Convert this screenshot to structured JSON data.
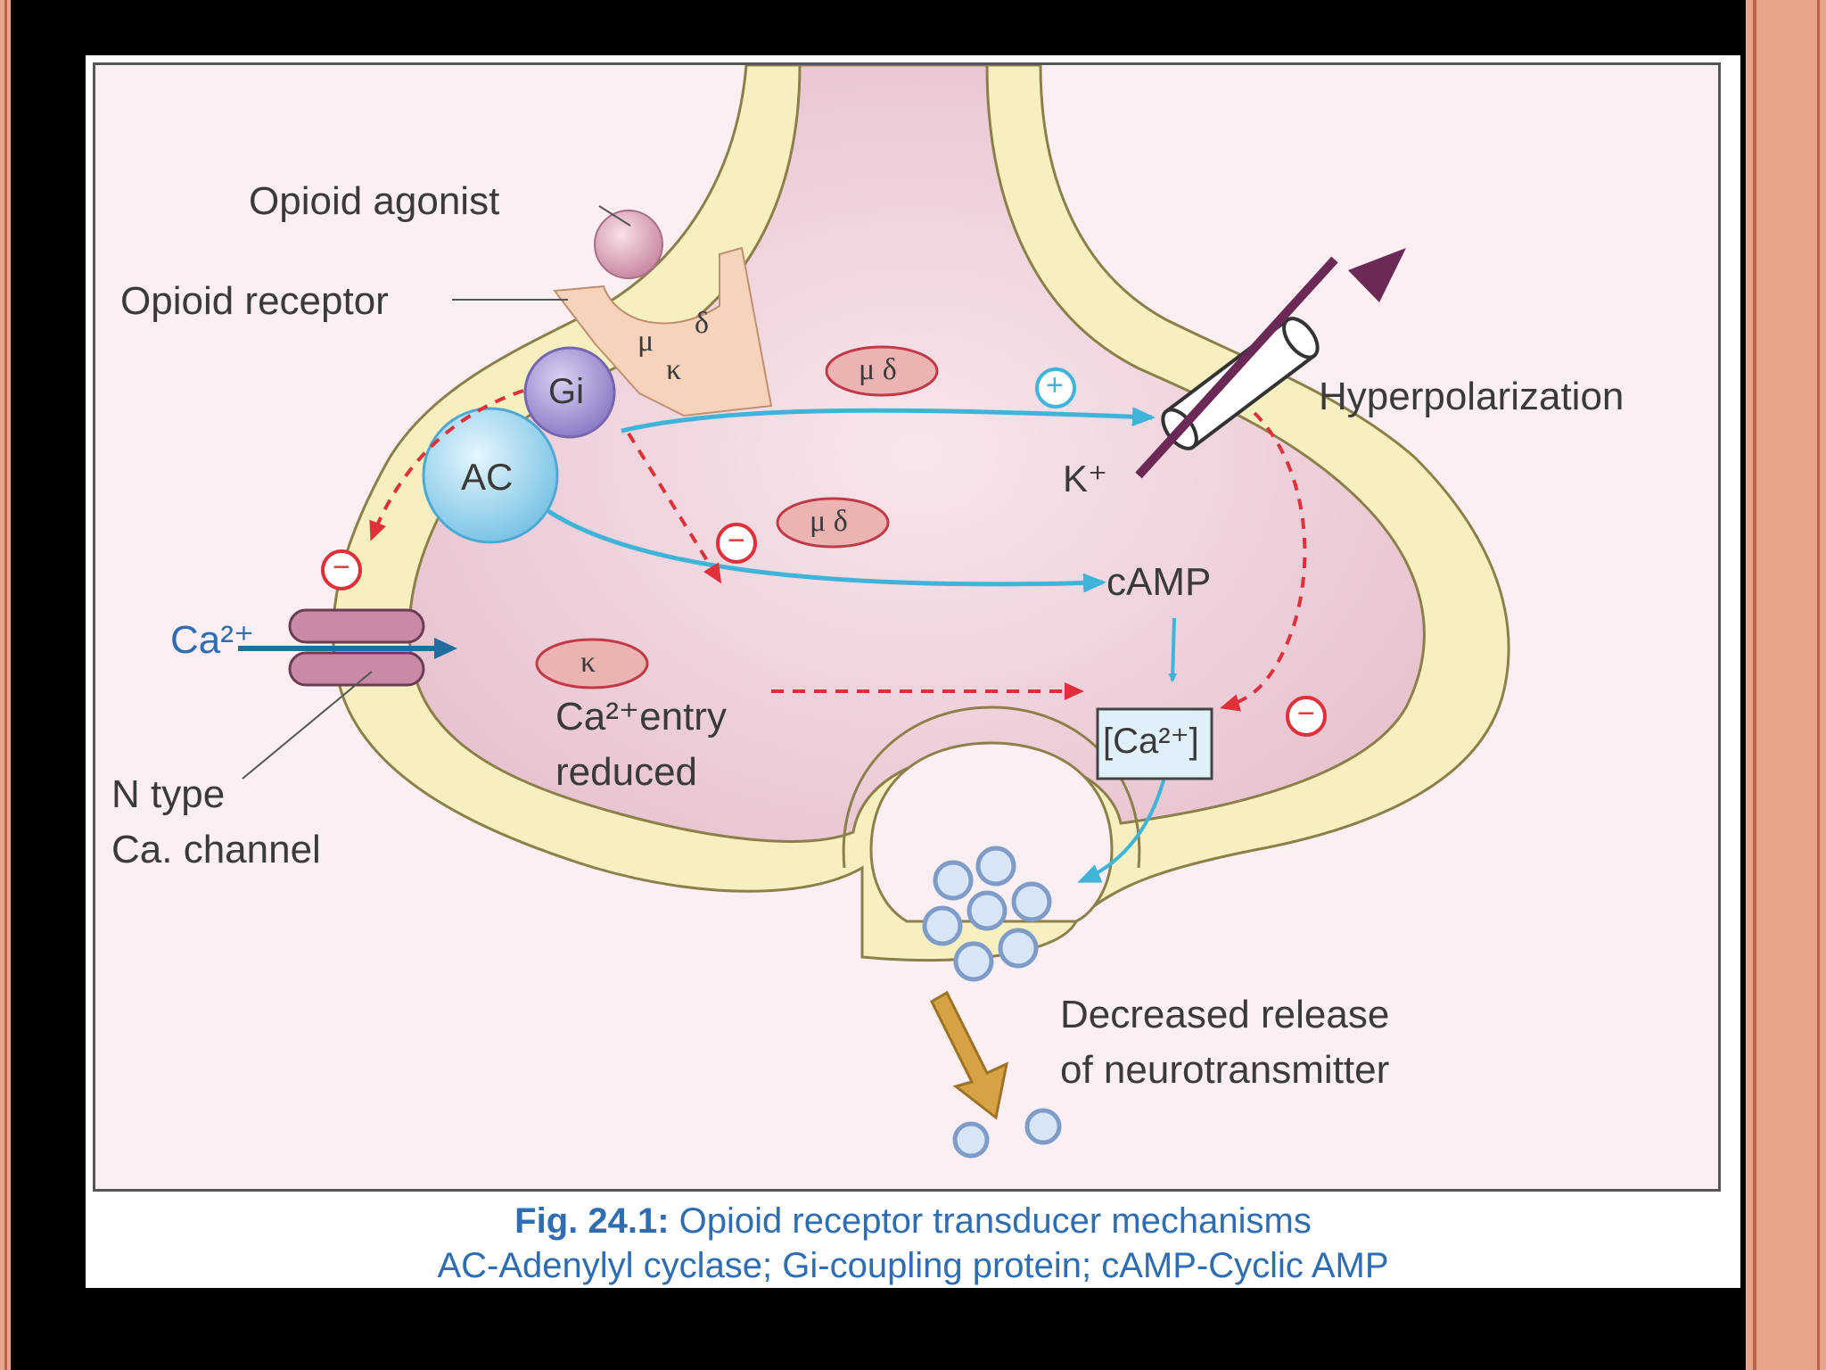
{
  "labels": {
    "opioid_agonist": "Opioid agonist",
    "opioid_receptor": "Opioid receptor",
    "receptor_mu": "μ",
    "receptor_kappa": "κ",
    "receptor_delta": "δ",
    "gi": "Gi",
    "ac": "AC",
    "mu_delta_1": "μ δ",
    "mu_delta_2": "μ δ",
    "kappa": "κ",
    "plus": "+",
    "minus": "−",
    "hyperpolarization": "Hyperpolarization",
    "k_ion": "K⁺",
    "camp": "cAMP",
    "ca_ion": "Ca²⁺",
    "ca_entry": "Ca²⁺entry",
    "reduced": "reduced",
    "ca_bracket": "[Ca²⁺]",
    "n_type": "N type",
    "ca_channel": "Ca. channel",
    "decreased_release": "Decreased release",
    "of_neurotransmitter": "of neurotransmitter"
  },
  "caption": {
    "fig_label": "Fig. 24.1:",
    "fig_title": "Opioid receptor transducer mechanisms",
    "abbreviations": "AC-Adenylyl cyclase; Gi-coupling protein; cAMP-Cyclic AMP"
  },
  "colors": {
    "membrane": "#f6efbf",
    "cytoplasm": "#f1d6df",
    "arrow_blue": "#3fb4d8",
    "arrow_red": "#e0303a",
    "gi": "#a99ad8",
    "ac": "#9fd8ef",
    "oval": "#ecb3b3"
  }
}
